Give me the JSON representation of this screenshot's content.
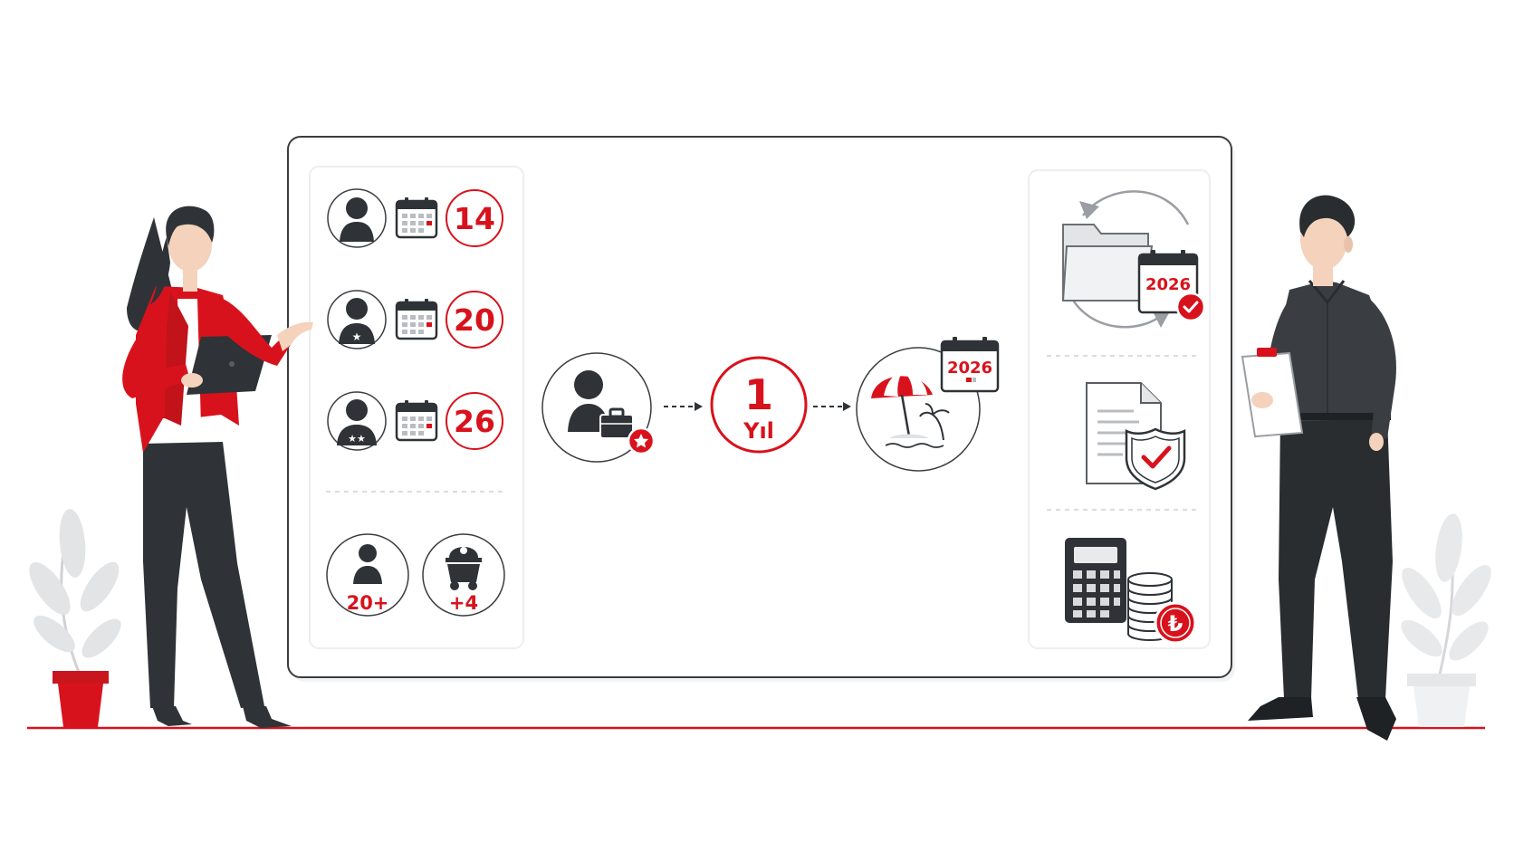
{
  "colors": {
    "accent": "#d8121c",
    "dark": "#2f3337",
    "gray": "#9a9ea3",
    "light_gray": "#e9eaec",
    "line": "#d8121c"
  },
  "left_panel": {
    "entitlements": [
      {
        "icon": "person-icon",
        "badge": "",
        "days": "14"
      },
      {
        "icon": "person-star-icon",
        "badge": "★",
        "days": "20"
      },
      {
        "icon": "person-two-stars-icon",
        "badge": "★★",
        "days": "26"
      }
    ],
    "special_cases": [
      {
        "icon": "person-icon",
        "label": "20+"
      },
      {
        "icon": "mine-cart-icon",
        "label": "+4"
      }
    ]
  },
  "flow": {
    "start_icon": "employee-briefcase-icon",
    "period_number": "1",
    "period_unit": "Yıl",
    "end_icon": "beach-umbrella-icon",
    "end_calendar_year": "2026"
  },
  "right_panel": {
    "archive_calendar_year": "2026",
    "items": [
      "folder-sync-icon",
      "document-shield-icon",
      "calculator-coins-icon"
    ],
    "currency_symbol": "₺"
  }
}
